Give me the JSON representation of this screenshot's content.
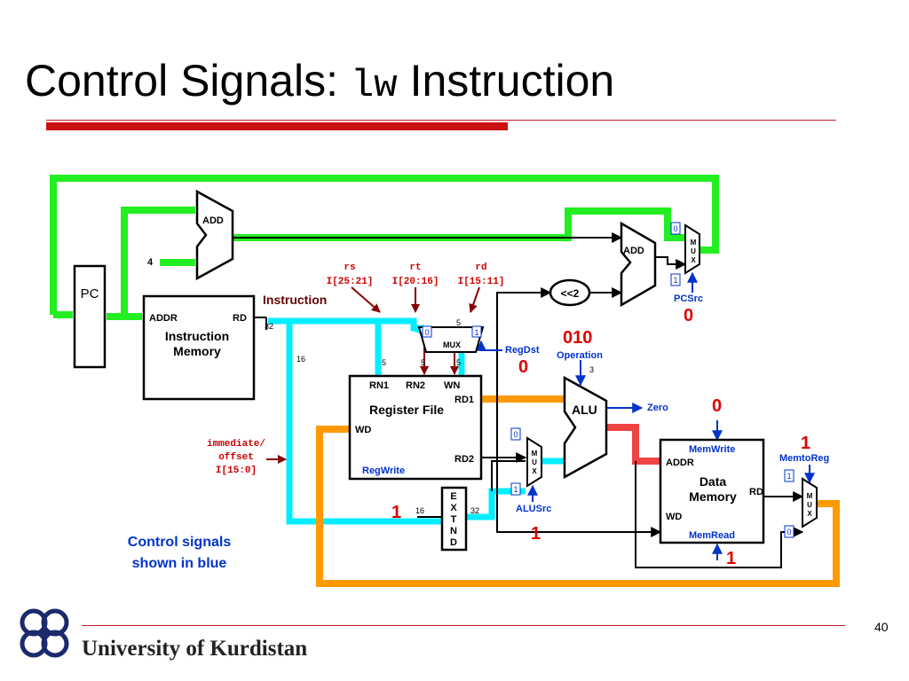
{
  "slide": {
    "title_prefix": "Control Signals: ",
    "title_code": "lw",
    "title_suffix": " Instruction",
    "page_number": "40",
    "university": "University of Kurdistan"
  },
  "colors": {
    "green": "#22ee22",
    "cyan": "#00eeff",
    "orange": "#ff9900",
    "red_path": "#ee4444",
    "control_blue": "#0033cc",
    "value_red": "#dd0000",
    "field_red": "#cc0000",
    "title_rule": "#cc1111"
  },
  "diagram": {
    "pc": "PC",
    "add_top": "ADD",
    "const_four": "4",
    "add_branch": "ADD",
    "shift_left": "<<2",
    "imem": {
      "addr": "ADDR",
      "rd": "RD",
      "name_line1": "Instruction",
      "name_line2": "Memory"
    },
    "instruction_label": "Instruction",
    "width_32_a": "32",
    "width_16_a": "16",
    "fields": {
      "rs_name": "rs",
      "rs_bits": "I[25:21]",
      "rt_name": "rt",
      "rt_bits": "I[20:16]",
      "rd_name": "rd",
      "rd_bits": "I[15:11]",
      "imm_line1": "immediate/",
      "imm_line2": "offset",
      "imm_bits": "I[15:0]"
    },
    "regdst_mux": {
      "in0": "0",
      "in1": "1",
      "label": "MUX",
      "width": "5"
    },
    "regdst": {
      "name": "RegDst",
      "value": "0"
    },
    "regfile": {
      "rn1": "RN1",
      "rn2": "RN2",
      "wn": "WN",
      "rd1": "RD1",
      "rd2": "RD2",
      "wd": "WD",
      "name": "Register File",
      "w5a": "5",
      "w5b": "5",
      "w5c": "5"
    },
    "regwrite": {
      "name": "RegWrite",
      "value": "1"
    },
    "extend": {
      "l1": "E",
      "l2": "X",
      "l3": "T",
      "l4": "N",
      "l5": "D",
      "in_width": "16",
      "out_width": "32"
    },
    "alusrc_mux": {
      "in0": "0",
      "in1": "1",
      "m": "M",
      "u": "U",
      "x": "X"
    },
    "alusrc": {
      "name": "ALUSrc",
      "value": "1"
    },
    "operation": {
      "value": "010",
      "name": "Operation",
      "width": "3"
    },
    "alu": {
      "name": "ALU",
      "zero": "Zero"
    },
    "pcsrc_mux": {
      "in0": "0",
      "in1": "1",
      "m": "M",
      "u": "U",
      "x": "X"
    },
    "pcsrc": {
      "name": "PCSrc",
      "value": "0"
    },
    "dmem": {
      "addr": "ADDR",
      "rd": "RD",
      "wd": "WD",
      "name_line1": "Data",
      "name_line2": "Memory"
    },
    "memwrite": {
      "name": "MemWrite",
      "value": "0"
    },
    "memread": {
      "name": "MemRead",
      "value": "1"
    },
    "memtoreg_mux": {
      "in0": "0",
      "in1": "1",
      "m": "M",
      "u": "U",
      "x": "X"
    },
    "memtoreg": {
      "name": "MemtoReg",
      "value": "1"
    },
    "note_line1": "Control signals",
    "note_line2": "shown in blue"
  }
}
